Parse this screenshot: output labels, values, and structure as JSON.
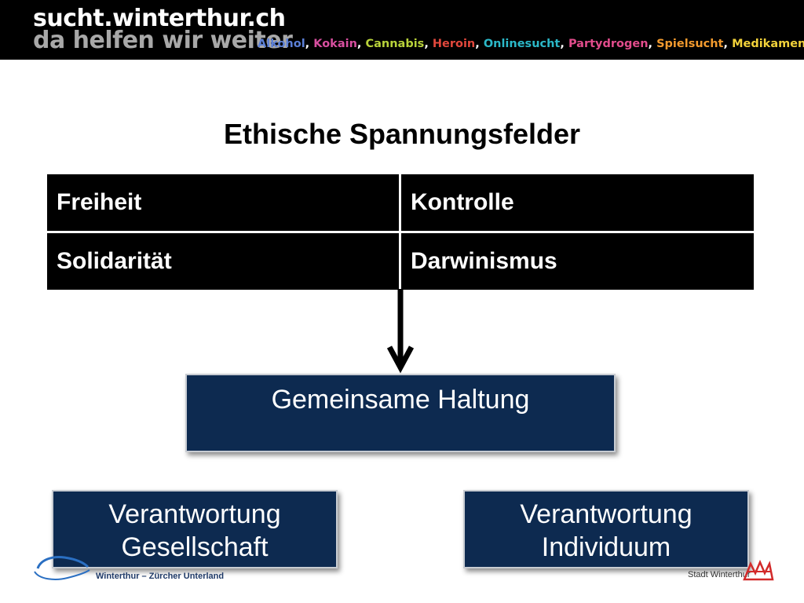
{
  "header": {
    "brand_line1": "sucht.winterthur.ch",
    "brand_line2": "da helfen wir weiter",
    "drugs": [
      {
        "label": "Alkohol",
        "color": "#5b7fd6"
      },
      {
        "label": "Kokain",
        "color": "#d84fa0"
      },
      {
        "label": "Cannabis",
        "color": "#b8d23a"
      },
      {
        "label": "Heroin",
        "color": "#e2483c"
      },
      {
        "label": "Onlinesucht",
        "color": "#2bb8c8"
      },
      {
        "label": "Partydrogen",
        "color": "#e24c8c"
      },
      {
        "label": "Spielsucht",
        "color": "#f29a2e"
      },
      {
        "label": "Medikamente",
        "color": "#f2d23a"
      }
    ],
    "separator": ","
  },
  "title": "Ethische Spannungsfelder",
  "tension_table": {
    "rows": [
      {
        "left": "Freiheit",
        "right": "Kontrolle"
      },
      {
        "left": "Solidarität",
        "right": "Darwinismus"
      }
    ]
  },
  "boxes": {
    "main": "Gemeinsame Haltung",
    "left_line1": "Verantwortung",
    "left_line2": "Gesellschaft",
    "right_line1": "Verantwortung",
    "right_line2": "Individuum"
  },
  "footer": {
    "left_text": "Winterthur – Zürcher Unterland",
    "right_text": "Stadt Winterthur"
  },
  "colors": {
    "box_bg": "#0d2a50",
    "header_bg": "#000000"
  }
}
